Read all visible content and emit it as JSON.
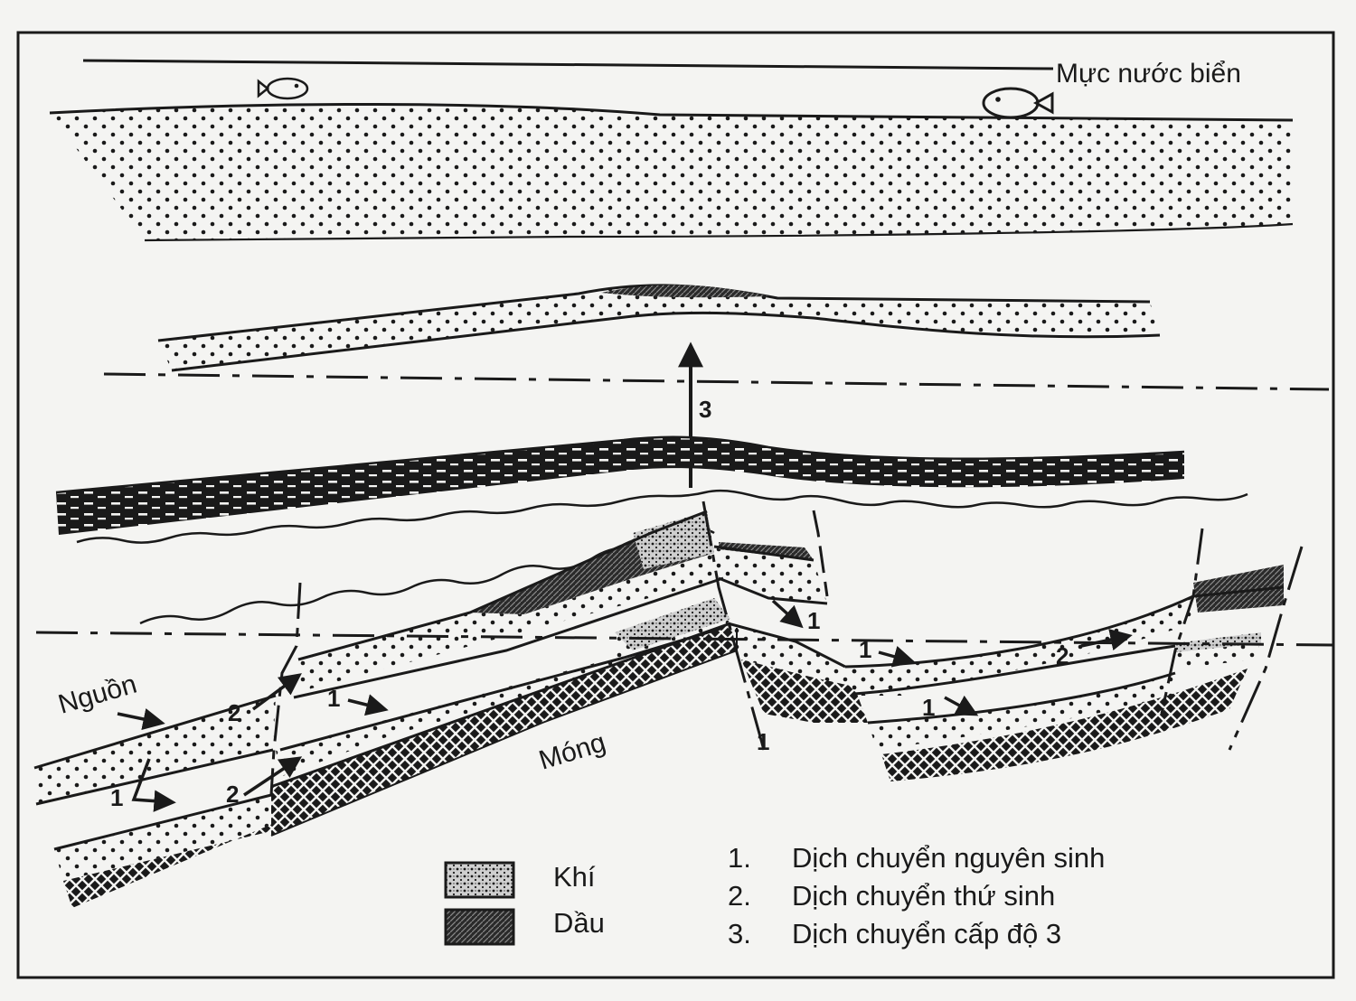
{
  "diagram": {
    "sea_level_label": "Mực nước biển",
    "source_label": "Nguồn",
    "basement_label": "Móng",
    "migration_markers": {
      "primary": "1",
      "secondary": "2",
      "tertiary": "3"
    },
    "legend": {
      "gas": "Khí",
      "oil": "Dầu",
      "items": [
        {
          "num": "1.",
          "text": "Dịch chuyển nguyên sinh"
        },
        {
          "num": "2.",
          "text": "Dịch chuyển thứ sinh"
        },
        {
          "num": "3.",
          "text": "Dịch chuyển cấp độ 3"
        }
      ]
    },
    "colors": {
      "ink": "#1a1a1a",
      "paper": "#f4f4f2"
    }
  }
}
